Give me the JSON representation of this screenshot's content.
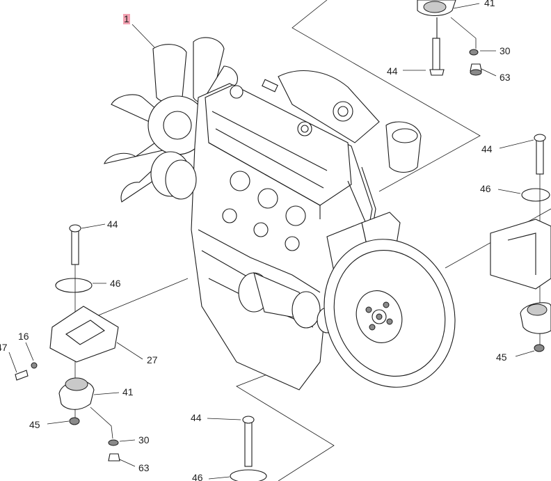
{
  "colors": {
    "line": "#1a1a1a",
    "highlight": "#f3a2b2",
    "background": "#ffffff",
    "part_fill": "#c9c9c9"
  },
  "callouts": {
    "c1": "1",
    "c41_top": "41",
    "c30_top": "30",
    "c44_top": "44",
    "c63_top": "63",
    "c44_right": "44",
    "c46_right": "46",
    "c45_right": "45",
    "c44_left": "44",
    "c46_left": "46",
    "c16": "16",
    "c47": "47",
    "c27": "27",
    "c41_left": "41",
    "c45_left": "45",
    "c30_left": "30",
    "c63_left": "63",
    "c44_bottom": "44",
    "c46_bottom": "46"
  }
}
